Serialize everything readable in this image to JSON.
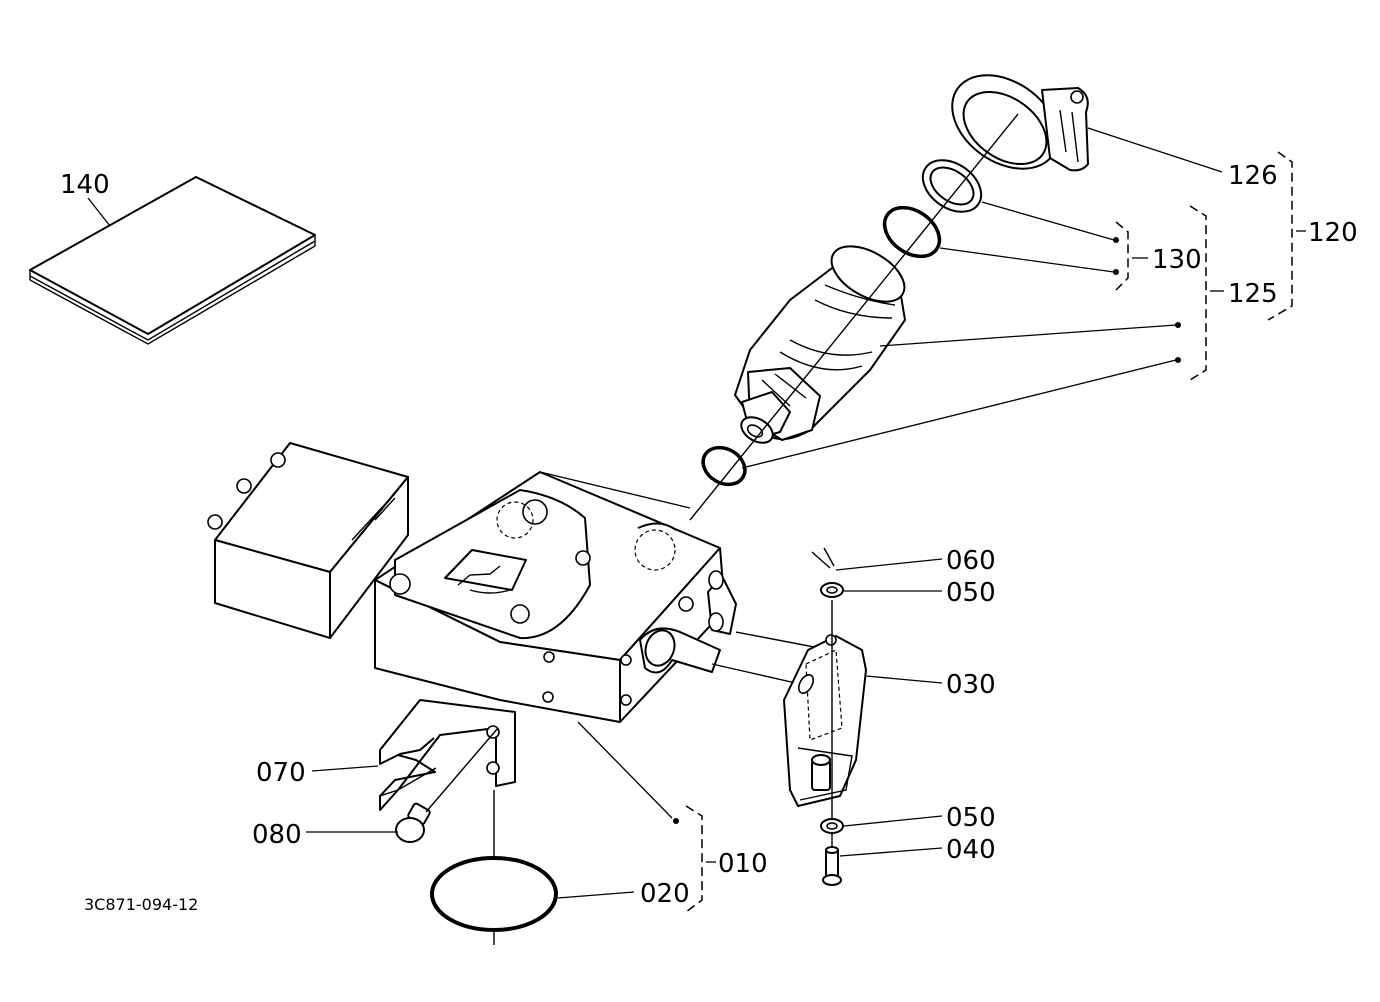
{
  "drawing_code": "3C871-094-12",
  "callouts": {
    "p140": "140",
    "p126": "126",
    "p130": "130",
    "p120": "120",
    "p125": "125",
    "p060": "060",
    "p050_top": "050",
    "p030": "030",
    "p070": "070",
    "p080": "080",
    "p050_bottom": "050",
    "p040": "040",
    "p010": "010",
    "p020": "020"
  }
}
